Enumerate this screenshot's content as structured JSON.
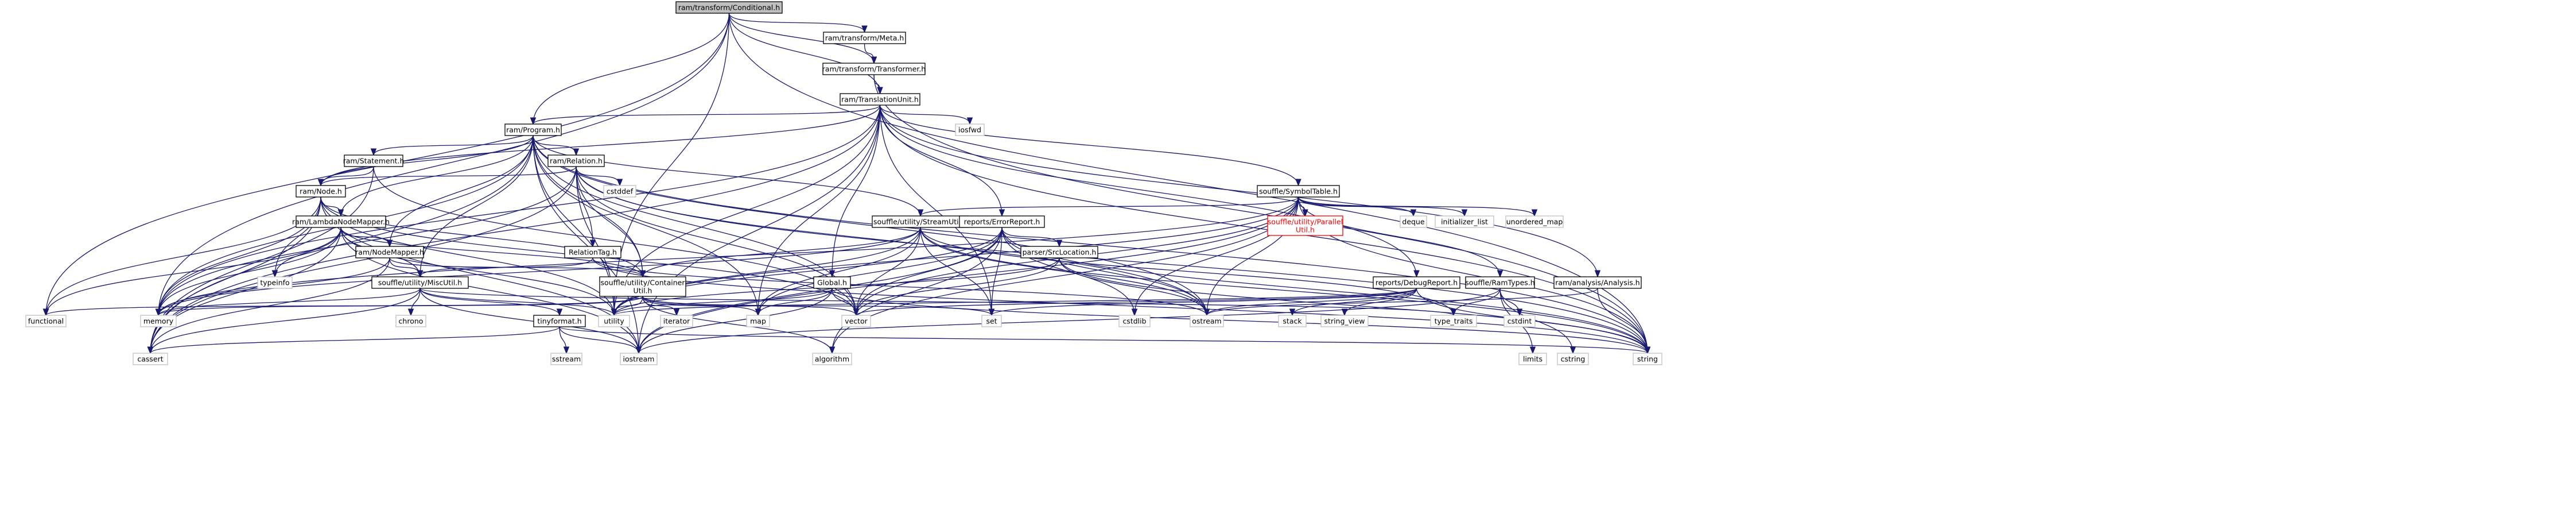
{
  "graph": {
    "title": "ram/transform/Conditional.h",
    "colors": {
      "edge": "#191970",
      "root_fill": "#bfbfbf",
      "node_border": "#000000",
      "external_border": "#bfbfbf",
      "truncated": "#ff0000"
    },
    "nodes": [
      {
        "id": "conditional",
        "label": [
          "ram/transform/Conditional.h"
        ],
        "kind": "root"
      },
      {
        "id": "ram_program",
        "label": [
          "ram/Program.h"
        ],
        "kind": "file"
      },
      {
        "id": "trans_meta",
        "label": [
          "ram/transform/Meta.h"
        ],
        "kind": "file"
      },
      {
        "id": "trans_transformer",
        "label": [
          "ram/transform/Transformer.h"
        ],
        "kind": "file"
      },
      {
        "id": "ram_tu",
        "label": [
          "ram/TranslationUnit.h"
        ],
        "kind": "file"
      },
      {
        "id": "ram_statement",
        "label": [
          "ram/Statement.h"
        ],
        "kind": "file"
      },
      {
        "id": "ram_relation",
        "label": [
          "ram/Relation.h"
        ],
        "kind": "file"
      },
      {
        "id": "ram_node",
        "label": [
          "ram/Node.h"
        ],
        "kind": "file"
      },
      {
        "id": "ram_lnm",
        "label": [
          "ram/LambdaNodeMapper.h"
        ],
        "kind": "file"
      },
      {
        "id": "ram_nm",
        "label": [
          "ram/NodeMapper.h"
        ],
        "kind": "file"
      },
      {
        "id": "relationtag",
        "label": [
          "RelationTag.h"
        ],
        "kind": "file"
      },
      {
        "id": "misc",
        "label": [
          "souffle/utility/MiscUtil.h"
        ],
        "kind": "file"
      },
      {
        "id": "container",
        "label": [
          "souffle/utility/Container",
          "Util.h"
        ],
        "kind": "file"
      },
      {
        "id": "tinyformat",
        "label": [
          "tinyformat.h"
        ],
        "kind": "file"
      },
      {
        "id": "symtab",
        "label": [
          "souffle/SymbolTable.h"
        ],
        "kind": "file"
      },
      {
        "id": "streamutil",
        "label": [
          "souffle/utility/StreamUtil.h"
        ],
        "kind": "file"
      },
      {
        "id": "errorreport",
        "label": [
          "reports/ErrorReport.h"
        ],
        "kind": "file"
      },
      {
        "id": "srcloc",
        "label": [
          "parser/SrcLocation.h"
        ],
        "kind": "file"
      },
      {
        "id": "global",
        "label": [
          "Global.h"
        ],
        "kind": "file"
      },
      {
        "id": "parallel",
        "label": [
          "souffle/utility/Parallel",
          "Util.h"
        ],
        "kind": "truncated"
      },
      {
        "id": "debugreport",
        "label": [
          "reports/DebugReport.h"
        ],
        "kind": "file"
      },
      {
        "id": "ramtypes",
        "label": [
          "souffle/RamTypes.h"
        ],
        "kind": "file"
      },
      {
        "id": "analysis",
        "label": [
          "ram/analysis/Analysis.h"
        ],
        "kind": "file"
      },
      {
        "id": "functional",
        "label": [
          "functional"
        ],
        "kind": "external"
      },
      {
        "id": "memory",
        "label": [
          "memory"
        ],
        "kind": "external"
      },
      {
        "id": "cassert",
        "label": [
          "cassert"
        ],
        "kind": "external"
      },
      {
        "id": "typeinfo",
        "label": [
          "typeinfo"
        ],
        "kind": "external"
      },
      {
        "id": "utility",
        "label": [
          "utility"
        ],
        "kind": "external"
      },
      {
        "id": "vector",
        "label": [
          "vector"
        ],
        "kind": "external"
      },
      {
        "id": "iostream",
        "label": [
          "iostream"
        ],
        "kind": "external"
      },
      {
        "id": "map",
        "label": [
          "map"
        ],
        "kind": "external"
      },
      {
        "id": "set",
        "label": [
          "set"
        ],
        "kind": "external"
      },
      {
        "id": "ostream",
        "label": [
          "ostream"
        ],
        "kind": "external"
      },
      {
        "id": "string",
        "label": [
          "string"
        ],
        "kind": "external"
      },
      {
        "id": "algorithm",
        "label": [
          "algorithm"
        ],
        "kind": "external"
      },
      {
        "id": "cstddef",
        "label": [
          "cstddef"
        ],
        "kind": "external"
      },
      {
        "id": "chrono",
        "label": [
          "chrono"
        ],
        "kind": "external"
      },
      {
        "id": "sstream",
        "label": [
          "sstream"
        ],
        "kind": "external"
      },
      {
        "id": "iterator",
        "label": [
          "iterator"
        ],
        "kind": "external"
      },
      {
        "id": "iosfwd",
        "label": [
          "iosfwd"
        ],
        "kind": "external"
      },
      {
        "id": "deque",
        "label": [
          "deque"
        ],
        "kind": "external"
      },
      {
        "id": "initializer_list",
        "label": [
          "initializer_list"
        ],
        "kind": "external"
      },
      {
        "id": "unordered_map",
        "label": [
          "unordered_map"
        ],
        "kind": "external"
      },
      {
        "id": "cstdlib",
        "label": [
          "cstdlib"
        ],
        "kind": "external"
      },
      {
        "id": "type_traits",
        "label": [
          "type_traits"
        ],
        "kind": "external"
      },
      {
        "id": "stack",
        "label": [
          "stack"
        ],
        "kind": "external"
      },
      {
        "id": "string_view",
        "label": [
          "string_view"
        ],
        "kind": "external"
      },
      {
        "id": "cstdint",
        "label": [
          "cstdint"
        ],
        "kind": "external"
      },
      {
        "id": "limits",
        "label": [
          "limits"
        ],
        "kind": "external"
      },
      {
        "id": "cstring",
        "label": [
          "cstring"
        ],
        "kind": "external"
      }
    ],
    "edges": [
      [
        "conditional",
        "functional"
      ],
      [
        "conditional",
        "memory"
      ],
      [
        "conditional",
        "ram_program"
      ],
      [
        "conditional",
        "utility"
      ],
      [
        "conditional",
        "trans_meta"
      ],
      [
        "conditional",
        "trans_transformer"
      ],
      [
        "conditional",
        "ram_tu"
      ],
      [
        "conditional",
        "string"
      ],
      [
        "trans_meta",
        "trans_transformer"
      ],
      [
        "trans_transformer",
        "ram_tu"
      ],
      [
        "trans_transformer",
        "string"
      ],
      [
        "ram_tu",
        "ram_program"
      ],
      [
        "ram_tu",
        "ram_node"
      ],
      [
        "ram_tu",
        "errorreport"
      ],
      [
        "ram_tu",
        "symtab"
      ],
      [
        "ram_tu",
        "debugreport"
      ],
      [
        "ram_tu",
        "analysis"
      ],
      [
        "ram_tu",
        "global"
      ],
      [
        "ram_tu",
        "cassert"
      ],
      [
        "ram_tu",
        "map"
      ],
      [
        "ram_tu",
        "memory"
      ],
      [
        "ram_tu",
        "set"
      ],
      [
        "ram_tu",
        "string"
      ],
      [
        "ram_tu",
        "utility"
      ],
      [
        "ram_tu",
        "iosfwd"
      ],
      [
        "ram_tu",
        "iostream"
      ],
      [
        "ram_program",
        "ram_statement"
      ],
      [
        "ram_program",
        "ram_relation"
      ],
      [
        "ram_program",
        "ram_node"
      ],
      [
        "ram_program",
        "ram_lnm"
      ],
      [
        "ram_program",
        "ram_nm"
      ],
      [
        "ram_program",
        "misc"
      ],
      [
        "ram_program",
        "container"
      ],
      [
        "ram_program",
        "streamutil"
      ],
      [
        "ram_program",
        "cassert"
      ],
      [
        "ram_program",
        "map"
      ],
      [
        "ram_program",
        "memory"
      ],
      [
        "ram_program",
        "ostream"
      ],
      [
        "ram_program",
        "string"
      ],
      [
        "ram_program",
        "utility"
      ],
      [
        "ram_program",
        "vector"
      ],
      [
        "ram_program",
        "iostream"
      ],
      [
        "ram_statement",
        "ram_node"
      ],
      [
        "ram_statement",
        "cassert"
      ],
      [
        "ram_statement",
        "vector"
      ],
      [
        "ram_relation",
        "ram_node"
      ],
      [
        "ram_relation",
        "relationtag"
      ],
      [
        "ram_relation",
        "container"
      ],
      [
        "ram_relation",
        "cassert"
      ],
      [
        "ram_relation",
        "cstddef"
      ],
      [
        "ram_relation",
        "memory"
      ],
      [
        "ram_relation",
        "ostream"
      ],
      [
        "ram_relation",
        "string"
      ],
      [
        "ram_relation",
        "utility"
      ],
      [
        "ram_relation",
        "vector"
      ],
      [
        "ram_node",
        "ram_lnm"
      ],
      [
        "ram_node",
        "container"
      ],
      [
        "ram_node",
        "functional"
      ],
      [
        "ram_node",
        "memory"
      ],
      [
        "ram_node",
        "typeinfo"
      ],
      [
        "ram_node",
        "utility"
      ],
      [
        "ram_node",
        "vector"
      ],
      [
        "ram_node",
        "cassert"
      ],
      [
        "ram_node",
        "iostream"
      ],
      [
        "ram_lnm",
        "ram_nm"
      ],
      [
        "ram_lnm",
        "misc"
      ],
      [
        "ram_lnm",
        "container"
      ],
      [
        "ram_lnm",
        "functional"
      ],
      [
        "ram_lnm",
        "memory"
      ],
      [
        "ram_lnm",
        "typeinfo"
      ],
      [
        "ram_lnm",
        "utility"
      ],
      [
        "ram_lnm",
        "cassert"
      ],
      [
        "ram_lnm",
        "iostream"
      ],
      [
        "ram_nm",
        "misc"
      ],
      [
        "ram_nm",
        "container"
      ],
      [
        "ram_nm",
        "memory"
      ],
      [
        "ram_nm",
        "cassert"
      ],
      [
        "relationtag",
        "misc"
      ],
      [
        "relationtag",
        "ostream"
      ],
      [
        "relationtag",
        "string"
      ],
      [
        "misc",
        "tinyformat"
      ],
      [
        "misc",
        "chrono"
      ],
      [
        "misc",
        "memory"
      ],
      [
        "misc",
        "utility"
      ],
      [
        "misc",
        "cassert"
      ],
      [
        "misc",
        "iostream"
      ],
      [
        "misc",
        "type_traits"
      ],
      [
        "container",
        "iterator"
      ],
      [
        "container",
        "map"
      ],
      [
        "container",
        "set"
      ],
      [
        "container",
        "utility"
      ],
      [
        "container",
        "vector"
      ],
      [
        "container",
        "algorithm"
      ],
      [
        "container",
        "functional"
      ],
      [
        "container",
        "memory"
      ],
      [
        "tinyformat",
        "cassert"
      ],
      [
        "tinyformat",
        "iostream"
      ],
      [
        "tinyformat",
        "sstream"
      ],
      [
        "tinyformat",
        "string"
      ],
      [
        "symtab",
        "parallel"
      ],
      [
        "symtab",
        "streamutil"
      ],
      [
        "symtab",
        "ramtypes"
      ],
      [
        "symtab",
        "deque"
      ],
      [
        "symtab",
        "initializer_list"
      ],
      [
        "symtab",
        "unordered_map"
      ],
      [
        "symtab",
        "vector"
      ],
      [
        "symtab",
        "string"
      ],
      [
        "symtab",
        "iostream"
      ],
      [
        "symtab",
        "algorithm"
      ],
      [
        "symtab",
        "cstdlib"
      ],
      [
        "symtab",
        "memory"
      ],
      [
        "symtab",
        "utility"
      ],
      [
        "symtab",
        "ostream"
      ],
      [
        "streamutil",
        "container"
      ],
      [
        "streamutil",
        "map"
      ],
      [
        "streamutil",
        "memory"
      ],
      [
        "streamutil",
        "ostream"
      ],
      [
        "streamutil",
        "set"
      ],
      [
        "streamutil",
        "string"
      ],
      [
        "streamutil",
        "utility"
      ],
      [
        "streamutil",
        "vector"
      ],
      [
        "streamutil",
        "type_traits"
      ],
      [
        "errorreport",
        "srcloc"
      ],
      [
        "errorreport",
        "cstdlib"
      ],
      [
        "errorreport",
        "iostream"
      ],
      [
        "errorreport",
        "algorithm"
      ],
      [
        "errorreport",
        "map"
      ],
      [
        "errorreport",
        "ostream"
      ],
      [
        "errorreport",
        "set"
      ],
      [
        "errorreport",
        "string"
      ],
      [
        "errorreport",
        "utility"
      ],
      [
        "errorreport",
        "vector"
      ],
      [
        "srcloc",
        "ostream"
      ],
      [
        "srcloc",
        "string"
      ],
      [
        "srcloc",
        "utility"
      ],
      [
        "srcloc",
        "vector"
      ],
      [
        "global",
        "map"
      ],
      [
        "global",
        "string"
      ],
      [
        "global",
        "utility"
      ],
      [
        "global",
        "vector"
      ],
      [
        "global",
        "iostream"
      ],
      [
        "debugreport",
        "ostream"
      ],
      [
        "debugreport",
        "stack"
      ],
      [
        "debugreport",
        "string"
      ],
      [
        "debugreport",
        "string_view"
      ],
      [
        "debugreport",
        "utility"
      ],
      [
        "debugreport",
        "vector"
      ],
      [
        "debugreport",
        "set"
      ],
      [
        "ramtypes",
        "cstdint"
      ],
      [
        "ramtypes",
        "limits"
      ],
      [
        "ramtypes",
        "cstring"
      ],
      [
        "ramtypes",
        "type_traits"
      ],
      [
        "ramtypes",
        "iostream"
      ],
      [
        "analysis",
        "string"
      ],
      [
        "analysis",
        "ostream"
      ]
    ]
  }
}
